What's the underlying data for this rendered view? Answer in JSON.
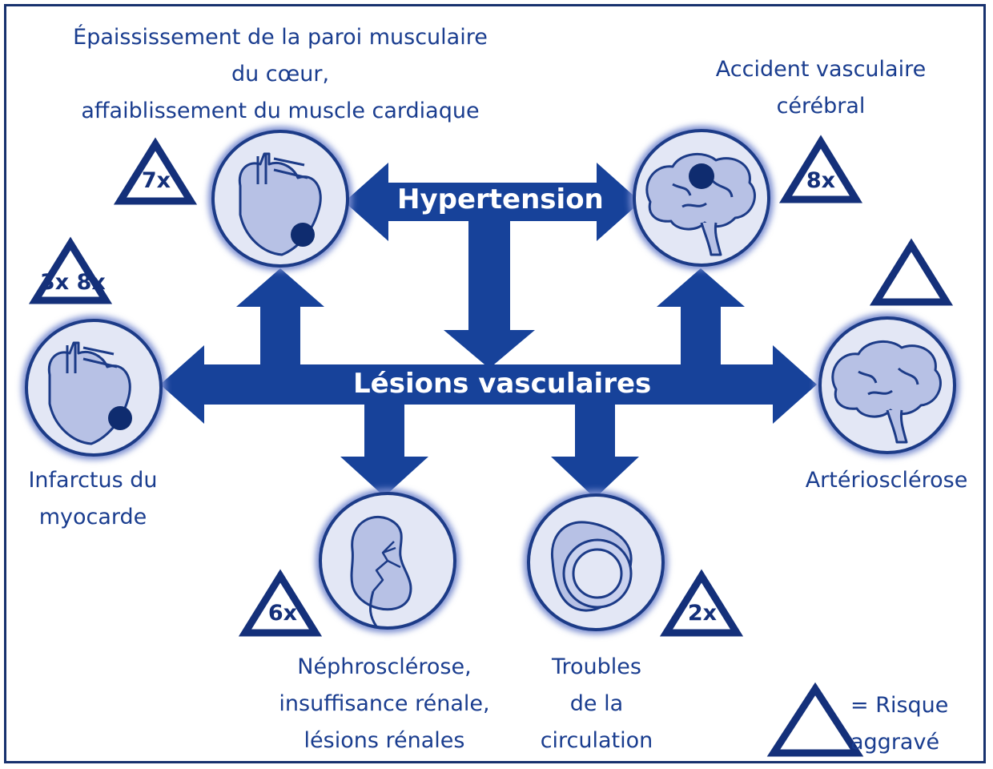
{
  "colors": {
    "arrow": "#17429a",
    "arrow_dark": "#0f2c6f",
    "circle_fill": "#e3e7f5",
    "circle_stroke": "#1c3b87",
    "text": "#1a3d8f"
  },
  "central": {
    "hypertension": "Hypertension",
    "vascular_lesions": "Lésions vasculaires"
  },
  "conditions": {
    "heart_thickening": {
      "label": "Épaississement de la paroi musculaire\ndu cœur,\naffaiblissement du muscle cardiaque",
      "risk": "7x",
      "icon": "heart-icon"
    },
    "stroke": {
      "label": "Accident vasculaire\ncérébral",
      "risk": "8x",
      "icon": "brain-icon"
    },
    "myocardial_infarction": {
      "label": "Infarctus du\nmyocarde",
      "risk": "3x 8x",
      "icon": "heart-icon"
    },
    "arteriosclerosis": {
      "label": "Artériosclérose",
      "risk": "",
      "icon": "brain-icon"
    },
    "nephrosclerosis": {
      "label": "Néphrosclérose,\ninsuffisance rénale,\nlésions rénales",
      "risk": "6x",
      "icon": "kidney-icon"
    },
    "circulation": {
      "label": "Troubles\nde la\ncirculation",
      "risk": "2x",
      "icon": "blood-vessel-icon"
    }
  },
  "legend": {
    "label": "= Risque\naggravé",
    "icon": "warning-triangle-icon"
  }
}
